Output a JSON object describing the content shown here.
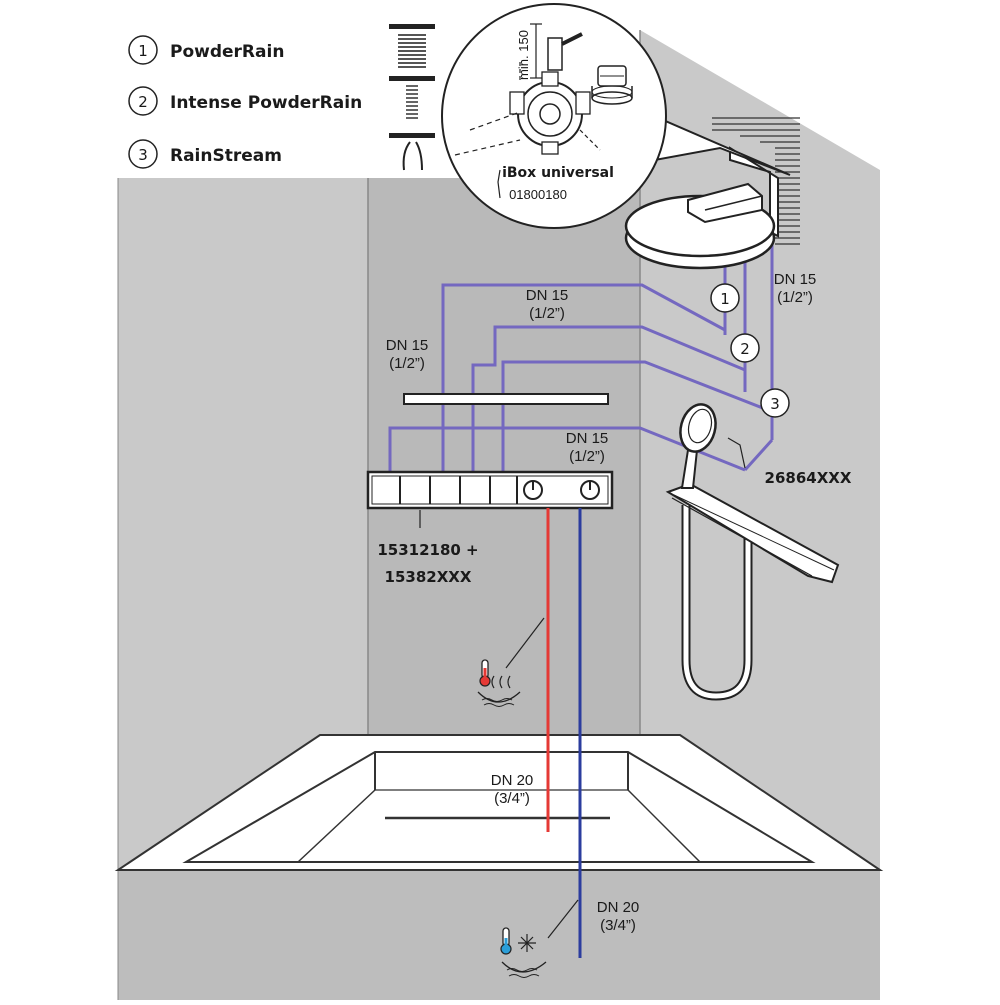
{
  "legend": {
    "items": [
      {
        "number": "1",
        "label": "PowderRain"
      },
      {
        "number": "2",
        "label": "Intense PowderRain"
      },
      {
        "number": "3",
        "label": "RainStream"
      }
    ]
  },
  "inset": {
    "title": "iBox universal",
    "code": "01800180",
    "dimension": "min. 150"
  },
  "pipe_labels": {
    "head_supply": {
      "size": "DN 15",
      "inch": "(1/2”)"
    },
    "top_center": {
      "size": "DN 15",
      "inch": "(1/2”)"
    },
    "left": {
      "size": "DN 15",
      "inch": "(1/2”)"
    },
    "thermostat": {
      "size": "DN 15",
      "inch": "(1/2”)"
    },
    "hot_inlet": {
      "size": "DN 20",
      "inch": "(3/4”)"
    },
    "cold_inlet": {
      "size": "DN 20",
      "inch": "(3/4”)"
    }
  },
  "outlet_markers": [
    "1",
    "2",
    "3"
  ],
  "parts": {
    "hand_shower": "26864XXX",
    "thermostat_line1": "15312180 +",
    "thermostat_line2": "15382XXX"
  },
  "colors": {
    "outlet_pipes": "#7468c0",
    "hot_pipe": "#e53935",
    "cold_pipe": "#2b3c9e",
    "wall": "#c9c9c9",
    "back_wall": "#b9b9b9",
    "floor": "#bdbdbd"
  },
  "icons": [
    "spray-disc-icon",
    "narrow-spray-icon",
    "rain-stream-icon",
    "hot-water-icon",
    "cold-water-icon"
  ]
}
